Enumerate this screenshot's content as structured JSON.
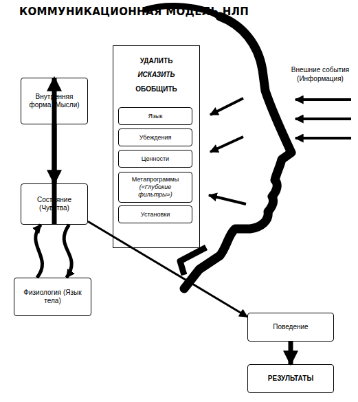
{
  "diagram": {
    "title": "КОММУНИКАЦИОННАЯ МОДЕЛЬ НЛП",
    "nodes": [
      {
        "text": [
          "УДАЛИТЬ",
          "ИСКАЗИТЬ",
          "ОБОБЩИТЬ"
        ]
      },
      {
        "text": [
          "Язык"
        ],
        "in": 0
      },
      {
        "text": [
          "Убеждения"
        ],
        "in": 0
      },
      {
        "text": [
          "Ценности"
        ],
        "in": 0
      },
      {
        "text": [
          "Метапрограммы",
          "(«Глубокие фильтры»)"
        ],
        "in": 0
      },
      {
        "text": [
          "Установки"
        ],
        "in": 0
      },
      {
        "text": [
          "Внутренняя форма (Мысли)"
        ]
      },
      {
        "text": [
          "Состояние (Чувства)"
        ]
      },
      {
        "text": [
          "Физиология (Язык тела)"
        ]
      },
      {
        "text": [
          "Поведение"
        ]
      },
      {
        "text": [
          "РЕЗУЛЬТАТЫ"
        ]
      }
    ],
    "edges": [
      {
        "from": 6,
        "to": 7,
        "arrow": "to"
      },
      {
        "from": 7,
        "to": 6,
        "arrow": "to"
      },
      {
        "from": 7,
        "to": 8,
        "arrow": "to"
      },
      {
        "from": 8,
        "to": 7,
        "arrow": "to"
      },
      {
        "from": 7,
        "to": 9,
        "arrow": "to"
      },
      {
        "from": 9,
        "to": 10,
        "arrow": "to"
      }
    ],
    "labels": [
      "Внешние события (Информация)"
    ]
  }
}
